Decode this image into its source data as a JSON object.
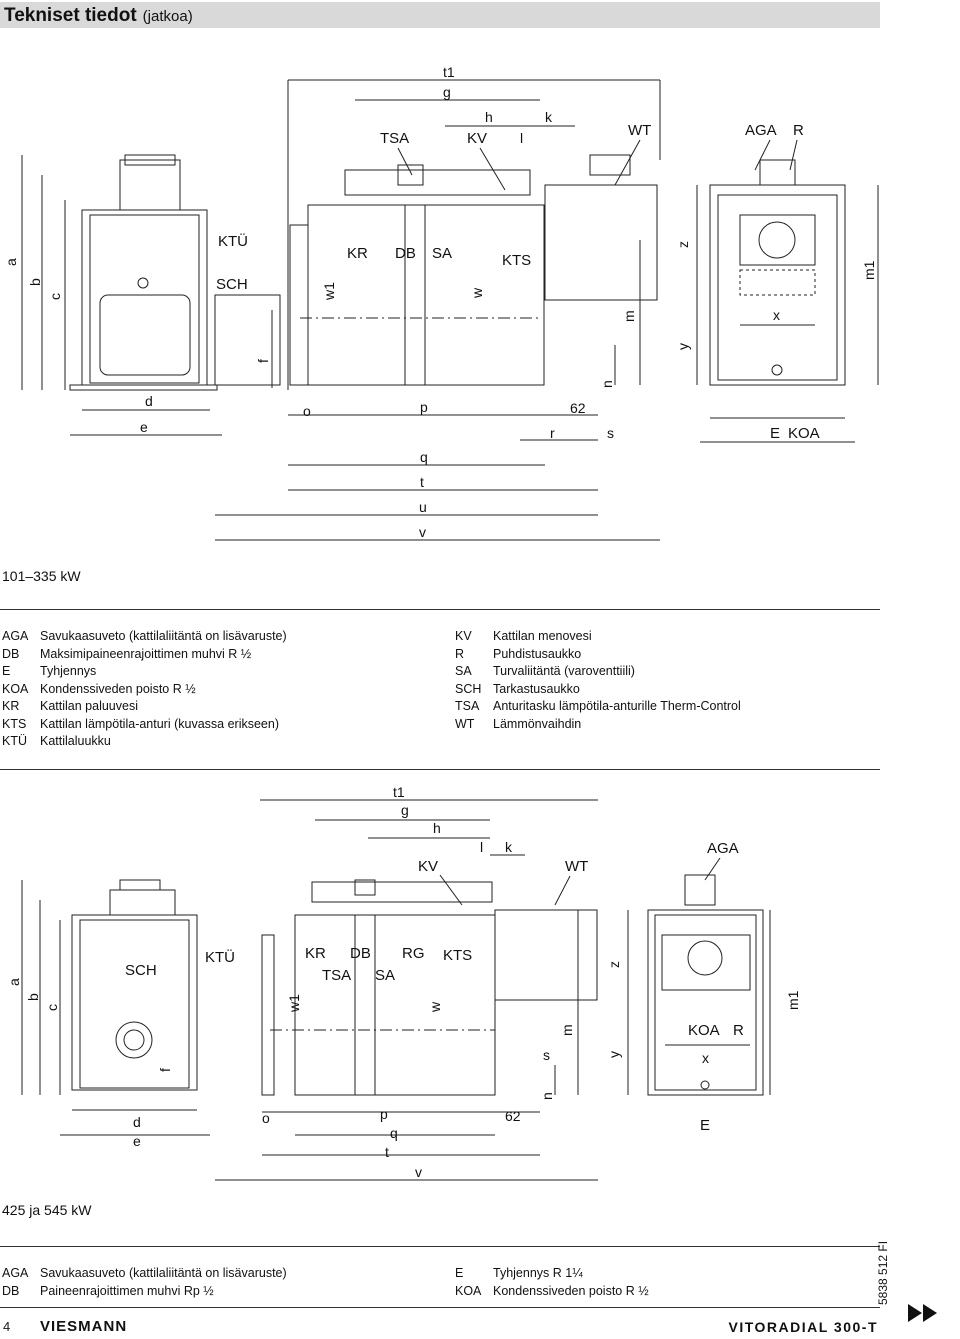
{
  "header": {
    "title": "Tekniset tiedot",
    "subtitle": "(jatkoa)"
  },
  "section1": {
    "caption": "101–335 kW",
    "dims": {
      "t1": "t1",
      "g": "g",
      "h": "h",
      "k": "k",
      "l": "l",
      "a": "a",
      "b": "b",
      "c": "c",
      "d": "d",
      "e": "e",
      "f": "f",
      "m": "m",
      "m1": "m1",
      "n": "n",
      "o": "o",
      "p": "p",
      "q": "q",
      "r": "r",
      "s": "s",
      "t": "t",
      "u": "u",
      "v": "v",
      "w": "w",
      "w1": "w1",
      "x": "x",
      "y": "y",
      "z": "z",
      "n62": "62"
    },
    "callouts": {
      "tsa": "TSA",
      "kv": "KV",
      "wt": "WT",
      "aga": "AGA",
      "r": "R",
      "kr": "KR",
      "db": "DB",
      "sa": "SA",
      "kts": "KTS",
      "ktu": "KTÜ",
      "sch": "SCH",
      "e": "E",
      "koa": "KOA"
    },
    "legend_left": [
      {
        "code": "AGA",
        "desc": "Savukaasuveto (kattilaliitäntä on lisävaruste)"
      },
      {
        "code": "DB",
        "desc": "Maksimipaineenrajoittimen muhvi R ½"
      },
      {
        "code": "E",
        "desc": "Tyhjennys"
      },
      {
        "code": "KOA",
        "desc": "Kondenssiveden poisto R ½"
      },
      {
        "code": "KR",
        "desc": "Kattilan paluuvesi"
      },
      {
        "code": "KTS",
        "desc": "Kattilan lämpötila-anturi (kuvassa erikseen)"
      },
      {
        "code": "KTÜ",
        "desc": "Kattilaluukku"
      }
    ],
    "legend_right": [
      {
        "code": "KV",
        "desc": "Kattilan menovesi"
      },
      {
        "code": "R",
        "desc": "Puhdistusaukko"
      },
      {
        "code": "SA",
        "desc": "Turvaliitäntä (varoventtiili)"
      },
      {
        "code": "SCH",
        "desc": "Tarkastusaukko"
      },
      {
        "code": "TSA",
        "desc": "Anturitasku lämpötila-anturille Therm-Control"
      },
      {
        "code": "WT",
        "desc": "Lämmönvaihdin"
      }
    ]
  },
  "section2": {
    "caption": "425 ja 545 kW",
    "dims": {
      "t1": "t1",
      "g": "g",
      "h": "h",
      "k": "k",
      "l": "l",
      "a": "a",
      "b": "b",
      "c": "c",
      "d": "d",
      "e": "e",
      "f": "f",
      "m": "m",
      "m1": "m1",
      "n": "n",
      "o": "o",
      "p": "p",
      "q": "q",
      "s": "s",
      "t": "t",
      "v": "v",
      "w": "w",
      "w1": "w1",
      "x": "x",
      "y": "y",
      "z": "z",
      "n62": "62"
    },
    "callouts": {
      "kv": "KV",
      "wt": "WT",
      "aga": "AGA",
      "sch": "SCH",
      "ktu": "KTÜ",
      "kr": "KR",
      "db": "DB",
      "rg": "RG",
      "kts": "KTS",
      "tsa": "TSA",
      "sa": "SA",
      "koa": "KOA",
      "r": "R",
      "e": "E"
    },
    "legend_left": [
      {
        "code": "AGA",
        "desc": "Savukaasuveto (kattilaliitäntä on lisävaruste)"
      },
      {
        "code": "DB",
        "desc": "Paineenrajoittimen muhvi Rp ½"
      }
    ],
    "legend_right": [
      {
        "code": "E",
        "desc": "Tyhjennys R 1¼"
      },
      {
        "code": "KOA",
        "desc": "Kondenssiveden poisto R ½"
      }
    ]
  },
  "footer": {
    "page": "4",
    "logo": "VIESMANN",
    "product": "VITORADIAL 300-T",
    "doc_number": "5838 512 FI"
  }
}
